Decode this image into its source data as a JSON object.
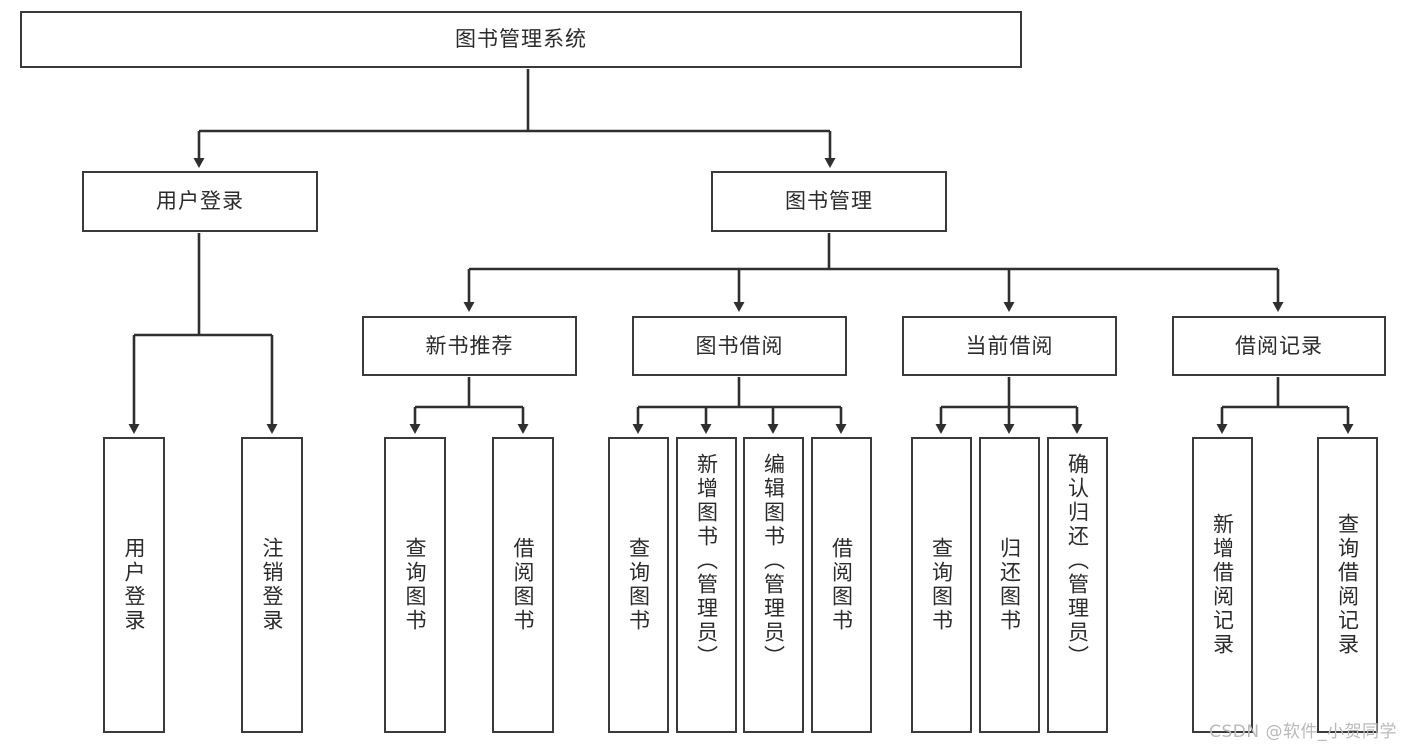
{
  "diagram": {
    "title": "图书管理系统",
    "type": "tree-hierarchy-diagram",
    "root": {
      "label": "图书管理系统"
    },
    "level1": [
      {
        "label": "用户登录"
      },
      {
        "label": "图书管理"
      }
    ],
    "level2": [
      {
        "label": "新书推荐"
      },
      {
        "label": "图书借阅"
      },
      {
        "label": "当前借阅"
      },
      {
        "label": "借阅记录"
      }
    ],
    "leaves": {
      "user_login": [
        {
          "label": "用户登录"
        },
        {
          "label": "注销登录"
        }
      ],
      "new_book_recommend": [
        {
          "label": "查询图书"
        },
        {
          "label": "借阅图书"
        }
      ],
      "book_borrow": [
        {
          "label": "查询图书"
        },
        {
          "label": "新增图书（管理员）"
        },
        {
          "label": "编辑图书（管理员）"
        },
        {
          "label": "借阅图书"
        }
      ],
      "current_borrow": [
        {
          "label": "查询图书"
        },
        {
          "label": "归还图书"
        },
        {
          "label": "确认归还（管理员）"
        }
      ],
      "borrow_record": [
        {
          "label": "新增借阅记录"
        },
        {
          "label": "查询借阅记录"
        }
      ]
    }
  },
  "watermark": {
    "text": "CSDN @软件_小贺同学"
  },
  "colors": {
    "box_border": "#3a3a3a",
    "box_fill": "#ffffff",
    "text": "#2b2b2b",
    "connector": "#2f2f2f",
    "watermark": "#b9b9b9",
    "background": "#ffffff"
  }
}
